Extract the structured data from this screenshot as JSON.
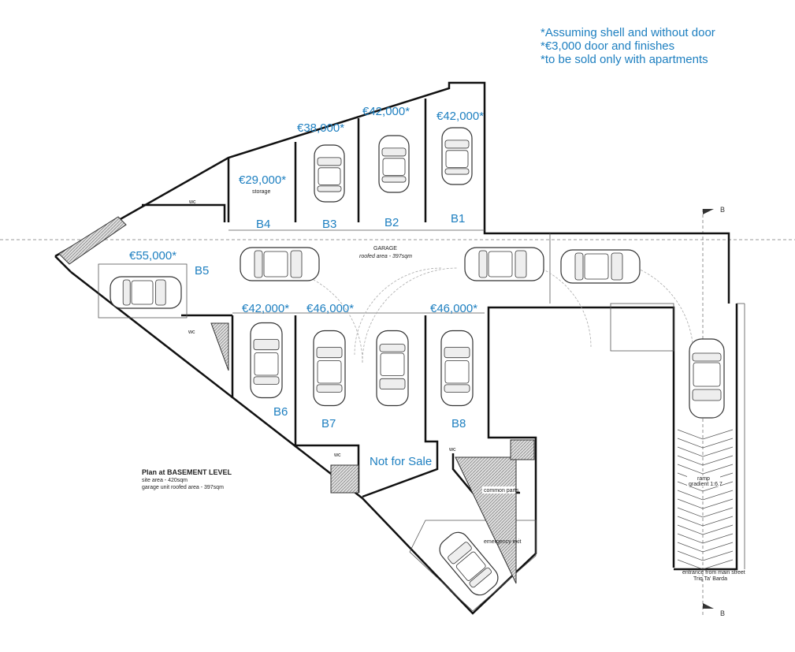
{
  "notes": [
    "*Assuming shell and without door",
    "*€3,000 door and finishes",
    "*to be sold only with apartments"
  ],
  "title_block": {
    "title": "Plan at BASEMENT LEVEL",
    "site_area": "site area - 420sqm",
    "roofed_area": "garage unit roofed area - 397sqm"
  },
  "garage": {
    "label": "GARAGE",
    "sub": "roofed area - 397sqm"
  },
  "bays": {
    "B1": {
      "label": "B1",
      "price": "€42,000*"
    },
    "B2": {
      "label": "B2",
      "price": "€42,000*"
    },
    "B3": {
      "label": "B3",
      "price": "€38,000*"
    },
    "B4": {
      "label": "B4",
      "price": "€29,000*",
      "sub": "storage"
    },
    "B5": {
      "label": "B5",
      "price": "€55,000*"
    },
    "B6": {
      "label": "B6",
      "price": "€42,000*"
    },
    "B7": {
      "label": "B7",
      "price": "€46,000*"
    },
    "B8": {
      "label": "B8",
      "price": "€46,000*"
    }
  },
  "not_for_sale": "Not for Sale",
  "wc": "wc",
  "common_parts": "common parts",
  "emergency_exit": "emergency exit",
  "ramp": {
    "label": "ramp",
    "gradient": "gradient 1:6.7",
    "entrance": "entrance from main street",
    "street": "Triq Ta' Barda"
  },
  "section_marker": "B"
}
